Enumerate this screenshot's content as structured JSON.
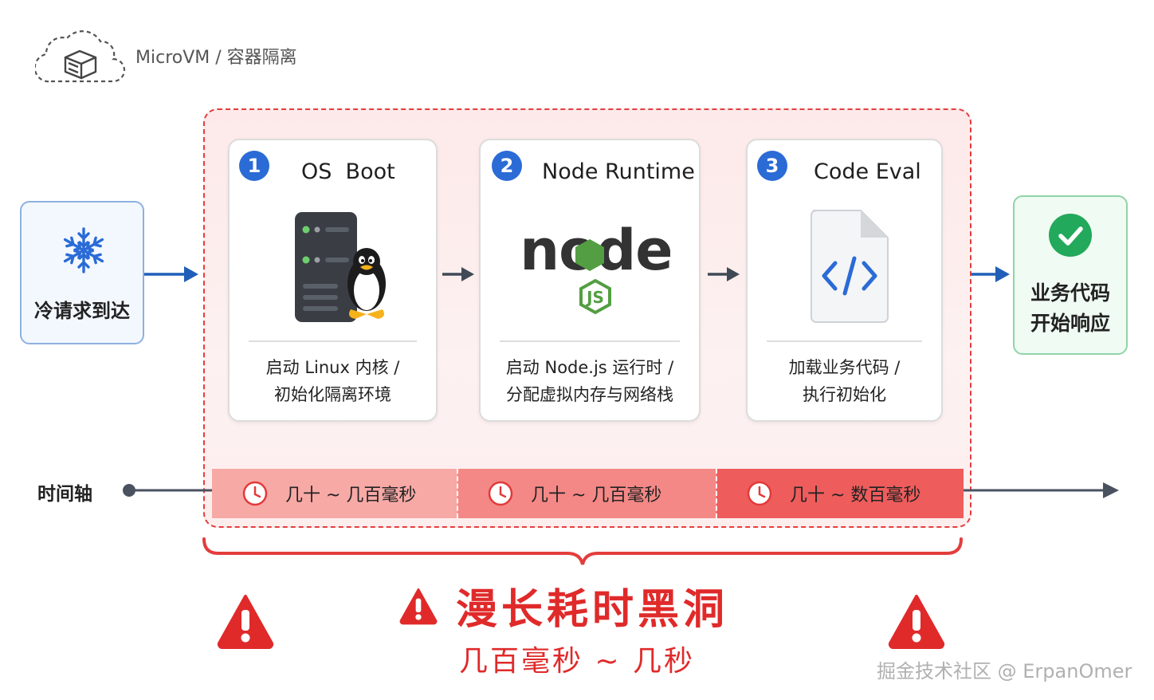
{
  "header": {
    "label": "MicroVM / 容器隔离",
    "icon": "cloud-server-icon"
  },
  "cold_request": {
    "label": "冷请求到达",
    "icon": "snowflake-icon"
  },
  "steps": [
    {
      "number": "1",
      "title": "OS  Boot",
      "icon": "linux-server-icon",
      "description": [
        "启动 Linux 内核 /",
        "初始化隔离环境"
      ]
    },
    {
      "number": "2",
      "title": "Node Runtime",
      "icon": "nodejs-logo",
      "logo_text": "node",
      "description": [
        "启动 Node.js 运行时 /",
        "分配虚拟内存与网络栈"
      ]
    },
    {
      "number": "3",
      "title": "Code Eval",
      "icon": "code-file-icon",
      "description": [
        "加载业务代码 /",
        "执行初始化"
      ]
    }
  ],
  "result": {
    "lines": [
      "业务代码",
      "开始响应"
    ],
    "icon": "check-circle-icon"
  },
  "timeline": {
    "label": "时间轴",
    "segments": [
      {
        "label": "几十 ~ 几百毫秒",
        "color": "#f7a9a6"
      },
      {
        "label": "几十 ~ 几百毫秒",
        "color": "#f48886"
      },
      {
        "label": "几十 ~ 数百毫秒",
        "color": "#ee5c5c"
      }
    ]
  },
  "warning": {
    "title": "漫长耗时黑洞",
    "subtitle": "几百毫秒 ~ 几秒",
    "icon": "warning-triangle-icon"
  },
  "watermark": "掘金技术社区 @ ErpanOmer",
  "colors": {
    "accent_blue": "#2a6bd6",
    "arrow_blue": "#1f5fb8",
    "danger_red": "#e02a2a",
    "success_green": "#22a95b",
    "node_green": "#539e43"
  }
}
